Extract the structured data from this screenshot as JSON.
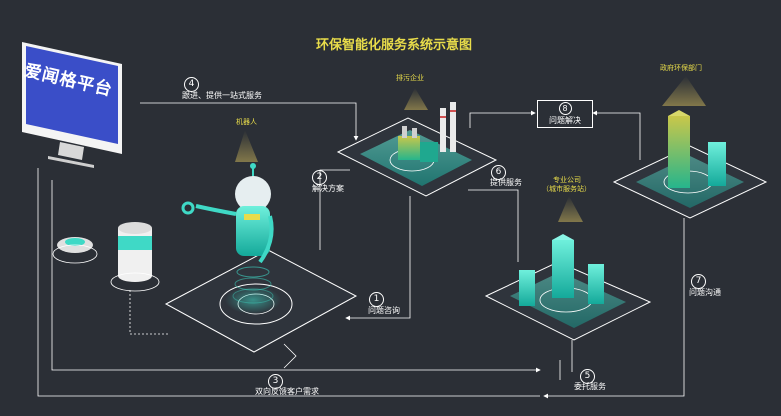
{
  "title": "环保智能化服务系统示意图",
  "platform": "爱闻格平台",
  "nodes": {
    "robot": "机器人",
    "polluter": "排污企业",
    "government": "政府环保部门",
    "company_line1": "专业公司",
    "company_line2": "（城市服务站）"
  },
  "steps": {
    "s1": {
      "num": "1",
      "label": "问题咨询"
    },
    "s2": {
      "num": "2",
      "label": "解决方案"
    },
    "s3": {
      "num": "3",
      "label": "双向反馈客户需求"
    },
    "s4": {
      "num": "4",
      "label": "跟进、提供一站式服务"
    },
    "s5": {
      "num": "5",
      "label": "委托服务"
    },
    "s6": {
      "num": "6",
      "label": "提供服务"
    },
    "s7": {
      "num": "7",
      "label": "问题沟通"
    },
    "s8": {
      "num": "8",
      "label": "问题解决"
    }
  },
  "colors": {
    "background": "#2b2f36",
    "title": "#e8dc4a",
    "teal": "#3fd9c6",
    "line": "#ffffff"
  }
}
